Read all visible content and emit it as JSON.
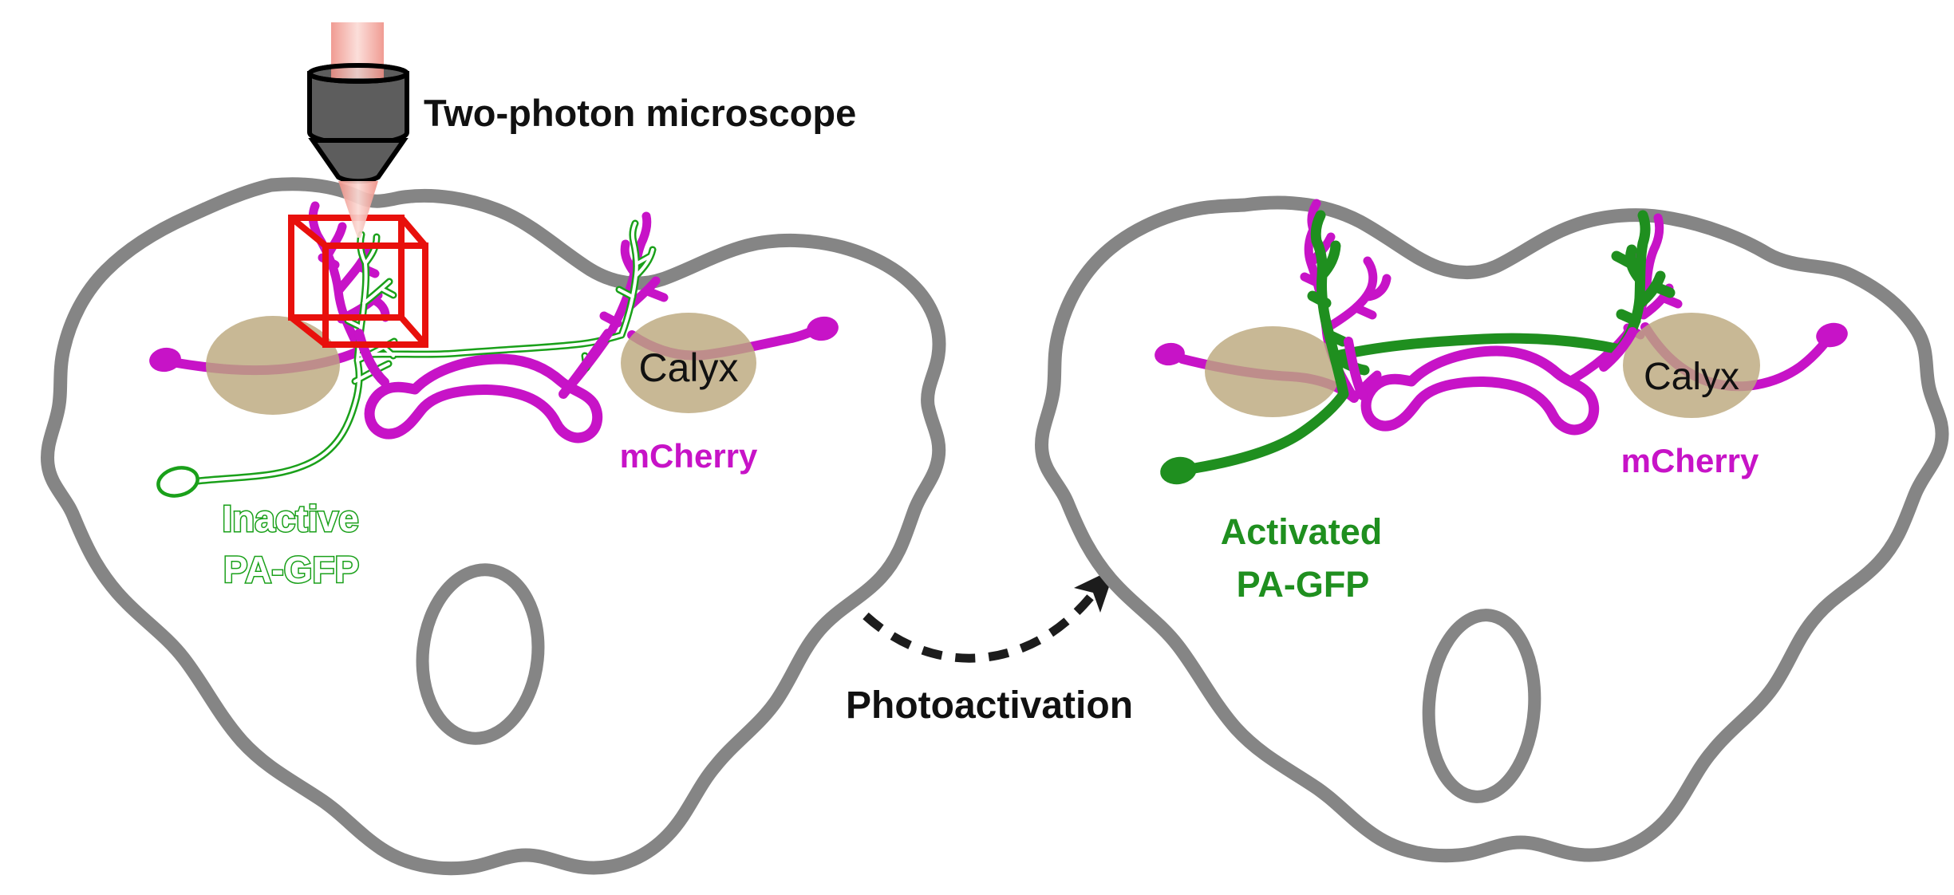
{
  "figure": {
    "left_panel": {
      "microscope_label": "Two-photon microscope",
      "calyx_label": "Calyx",
      "mcherry_label": "mCherry",
      "pagfp_state": "Inactive",
      "pagfp_name": "PA-GFP"
    },
    "transition": {
      "label": "Photoactivation"
    },
    "right_panel": {
      "calyx_label": "Calyx",
      "mcherry_label": "mCherry",
      "pagfp_state": "Activated",
      "pagfp_name": "PA-GFP"
    },
    "icons": {
      "objective": "microscope-objective-icon",
      "laser": "laser-beam-icon",
      "volume": "photoactivation-volume-cube-icon",
      "arrow": "dashed-curved-arrow-icon"
    },
    "colors": {
      "brain_outline_gray": "#858585",
      "calyx_tan": "#BCA87E",
      "mcherry_magenta": "#C713C7",
      "inactive_green": "#1AA01A",
      "activated_green": "#1F8F1F",
      "cube_red": "#E8100C",
      "beam_salmon": "#EE8E84",
      "beam_core": "#FBDAD5",
      "objective_gray": "#5D5D5D",
      "label_black": "#111111",
      "arrow_black": "#1C1C1C",
      "white": "#FFFFFF"
    }
  }
}
